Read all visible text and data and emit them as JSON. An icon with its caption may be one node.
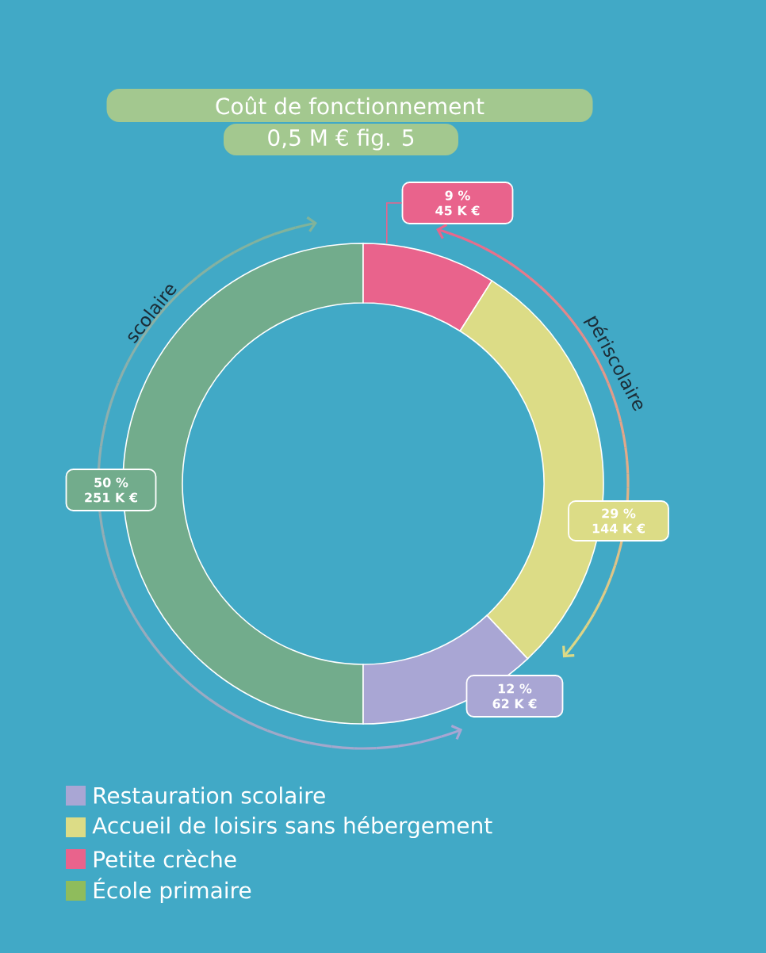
{
  "diagram": {
    "nodes": [
      {
        "text": [
          "Coût de fonctionnement"
        ]
      },
      {
        "text": [
          "0,5 M € fig. 5"
        ]
      },
      {
        "text": [
          "9 %",
          "45 K €"
        ]
      },
      {
        "text": [
          "50 %",
          "251 K €"
        ]
      },
      {
        "text": [
          "29 %",
          "144 K €"
        ]
      },
      {
        "text": [
          "12 %",
          "62 K €"
        ]
      },
      {
        "text": [],
        "shape": "arc"
      },
      {
        "text": [],
        "shape": "arc"
      },
      {
        "text": [],
        "shape": "arc"
      },
      {
        "text": [],
        "shape": "arc"
      }
    ],
    "edges": [
      {
        "from": 2,
        "to": 7,
        "arrow": "none",
        "color": "#e9638c"
      }
    ],
    "labels": [
      "scolaire",
      "périscolaire"
    ],
    "legend": [
      {
        "text": "Restauration scolaire",
        "color": "#a9a6d4"
      },
      {
        "text": "Accueil de loisirs sans hébergement",
        "color": "#dcdc86"
      },
      {
        "text": "Petite crèche",
        "color": "#e9638c"
      },
      {
        "text": "École primaire",
        "color": "#8fbc5c"
      }
    ]
  }
}
